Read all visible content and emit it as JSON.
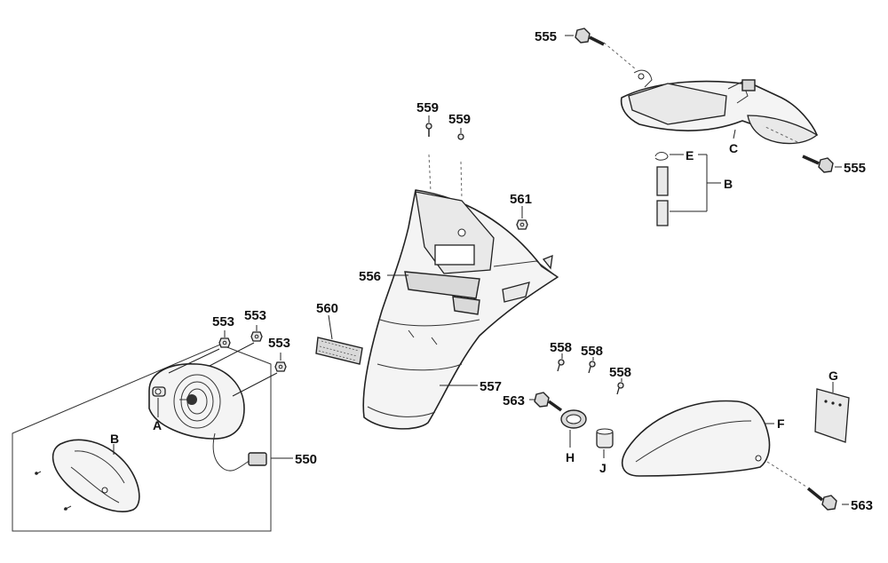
{
  "callouts": {
    "p550": "550",
    "p553a": "553",
    "p553b": "553",
    "p553c": "553",
    "p555a": "555",
    "p555b": "555",
    "p556": "556",
    "p557": "557",
    "p558a": "558",
    "p558b": "558",
    "p558c": "558",
    "p559a": "559",
    "p559b": "559",
    "p560": "560",
    "p561": "561",
    "p563a": "563",
    "p563b": "563",
    "A": "A",
    "B_light": "B",
    "B_bracket": "B",
    "C": "C",
    "E": "E",
    "F": "F",
    "G": "G",
    "H": "H",
    "J": "J"
  }
}
